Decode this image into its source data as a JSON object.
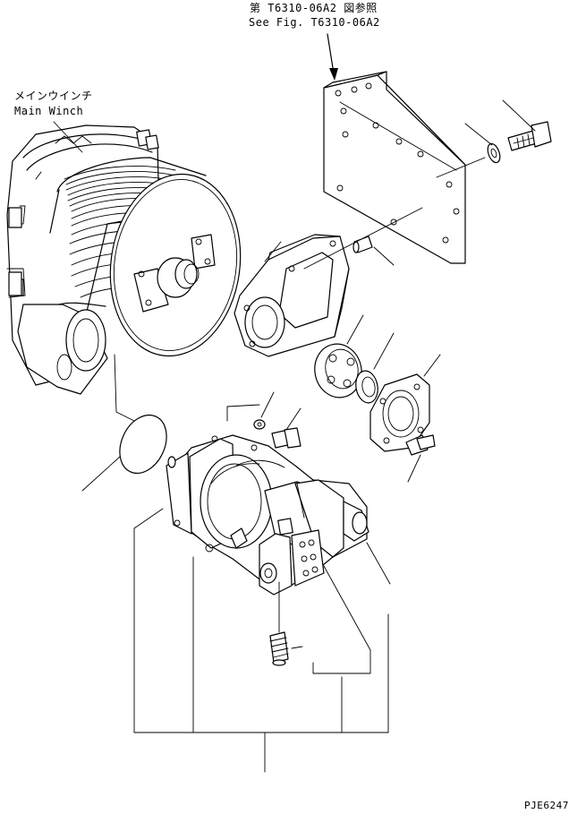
{
  "reference": {
    "line_jp": "第 T6310-06A2 図参照",
    "line_en": "See Fig. T6310-06A2"
  },
  "winch_label": {
    "line_jp": "メインウインチ",
    "line_en": "Main Winch"
  },
  "drawing_code": "PJE6247"
}
